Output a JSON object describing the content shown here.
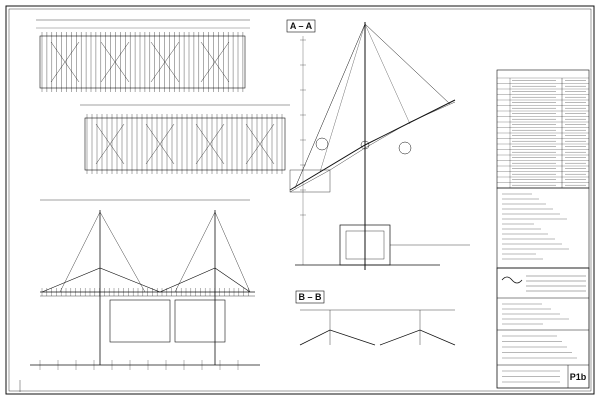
{
  "sheet": {
    "ink_color": "#111111",
    "paper_color": "#ffffff",
    "section_labels": {
      "aa": "A – A",
      "bb": "B – B"
    },
    "sheet_number": "P1b"
  }
}
